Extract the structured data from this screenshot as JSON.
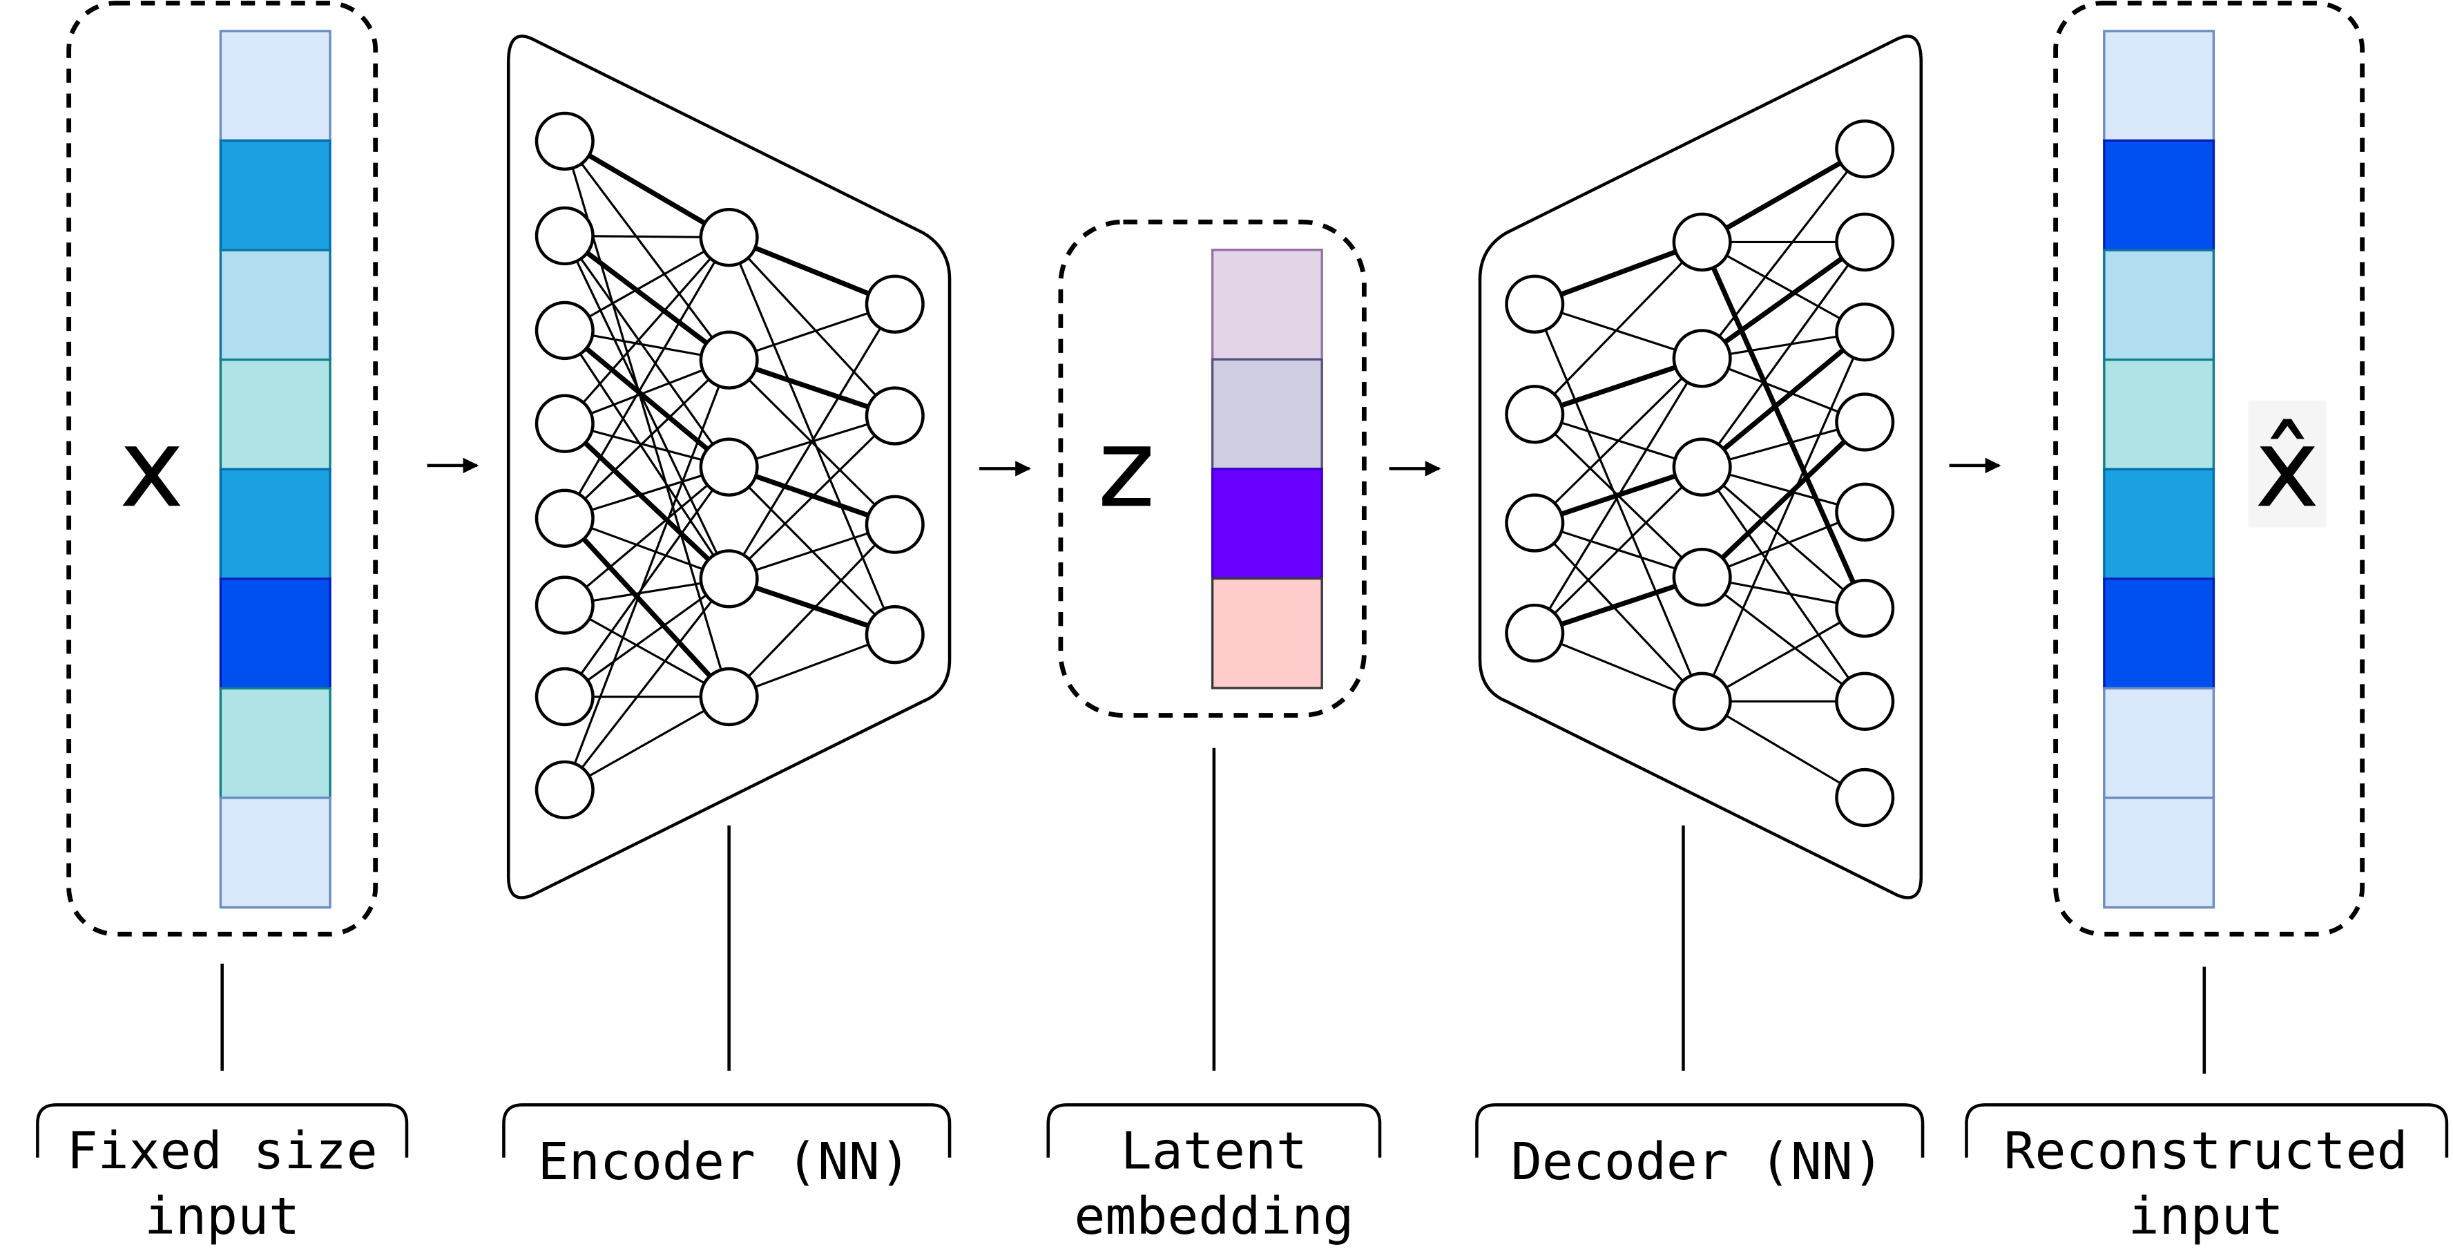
{
  "symbols": {
    "input": "x",
    "latent": "z",
    "output": "x̂"
  },
  "captions": {
    "input": [
      "Fixed size",
      "input"
    ],
    "encoder": [
      "Encoder (NN)"
    ],
    "latent": [
      "Latent",
      "embedding"
    ],
    "decoder": [
      "Decoder (NN)"
    ],
    "output": [
      "Reconstructed",
      "input"
    ]
  },
  "vectors": {
    "input": [
      {
        "fill": "#dae8fc",
        "stroke": "#6c8ebf"
      },
      {
        "fill": "#1ba1e2",
        "stroke": "#006eaf"
      },
      {
        "fill": "#b1ddf0",
        "stroke": "#10739e"
      },
      {
        "fill": "#b0e3e6",
        "stroke": "#0e8088"
      },
      {
        "fill": "#1ba1e2",
        "stroke": "#006eaf"
      },
      {
        "fill": "#0050ef",
        "stroke": "#001dbc"
      },
      {
        "fill": "#b0e3e6",
        "stroke": "#0e8088"
      },
      {
        "fill": "#dae8fc",
        "stroke": "#6c8ebf"
      }
    ],
    "latent": [
      {
        "fill": "#e1d5e7",
        "stroke": "#9673a6"
      },
      {
        "fill": "#d0cee2",
        "stroke": "#56517e"
      },
      {
        "fill": "#6a00ff",
        "stroke": "#3700cc"
      },
      {
        "fill": "#ffcccc",
        "stroke": "#36393d"
      }
    ],
    "output": [
      {
        "fill": "#dae8fc",
        "stroke": "#6c8ebf"
      },
      {
        "fill": "#0050ef",
        "stroke": "#001dbc"
      },
      {
        "fill": "#b1ddf0",
        "stroke": "#10739e"
      },
      {
        "fill": "#b0e3e6",
        "stroke": "#0e8088"
      },
      {
        "fill": "#1ba1e2",
        "stroke": "#006eaf"
      },
      {
        "fill": "#0050ef",
        "stroke": "#001dbc"
      },
      {
        "fill": "#dae8fc",
        "stroke": "#6c8ebf"
      },
      {
        "fill": "#dae8fc",
        "stroke": "#6c8ebf"
      }
    ]
  }
}
